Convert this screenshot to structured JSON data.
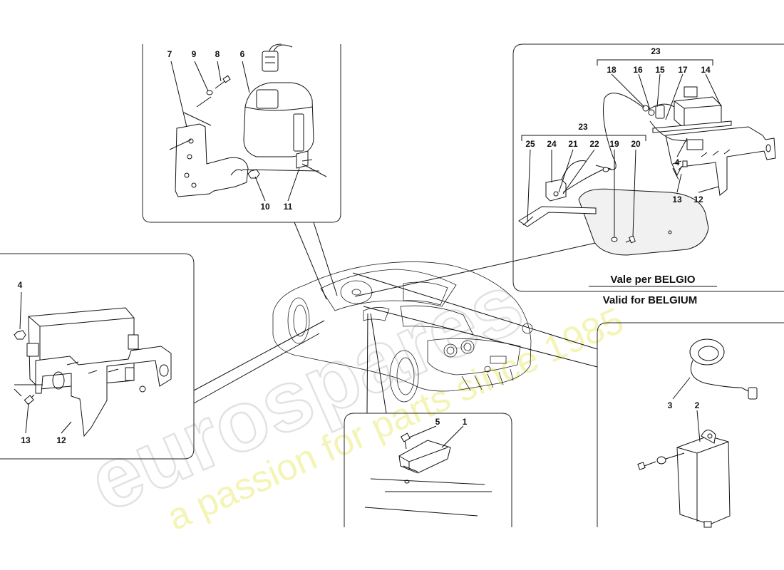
{
  "labels": {
    "p1": "1",
    "p2": "2",
    "p3": "3",
    "p4a": "4",
    "p4b": "4",
    "p5": "5",
    "p6": "6",
    "p7": "7",
    "p8": "8",
    "p9": "9",
    "p10": "10",
    "p11": "11",
    "p12a": "12",
    "p12b": "12",
    "p13a": "13",
    "p13b": "13",
    "p14": "14",
    "p15": "15",
    "p16": "16",
    "p17": "17",
    "p18": "18",
    "p19": "19",
    "p20": "20",
    "p21": "21",
    "p22": "22",
    "p23a": "23",
    "p23b": "23",
    "p24": "24",
    "p25": "25"
  },
  "notes": {
    "it": "Vale per BELGIO",
    "en": "Valid for BELGIUM"
  },
  "watermark": {
    "brand": "eurospares",
    "tagline": "a passion for parts since 1985"
  }
}
